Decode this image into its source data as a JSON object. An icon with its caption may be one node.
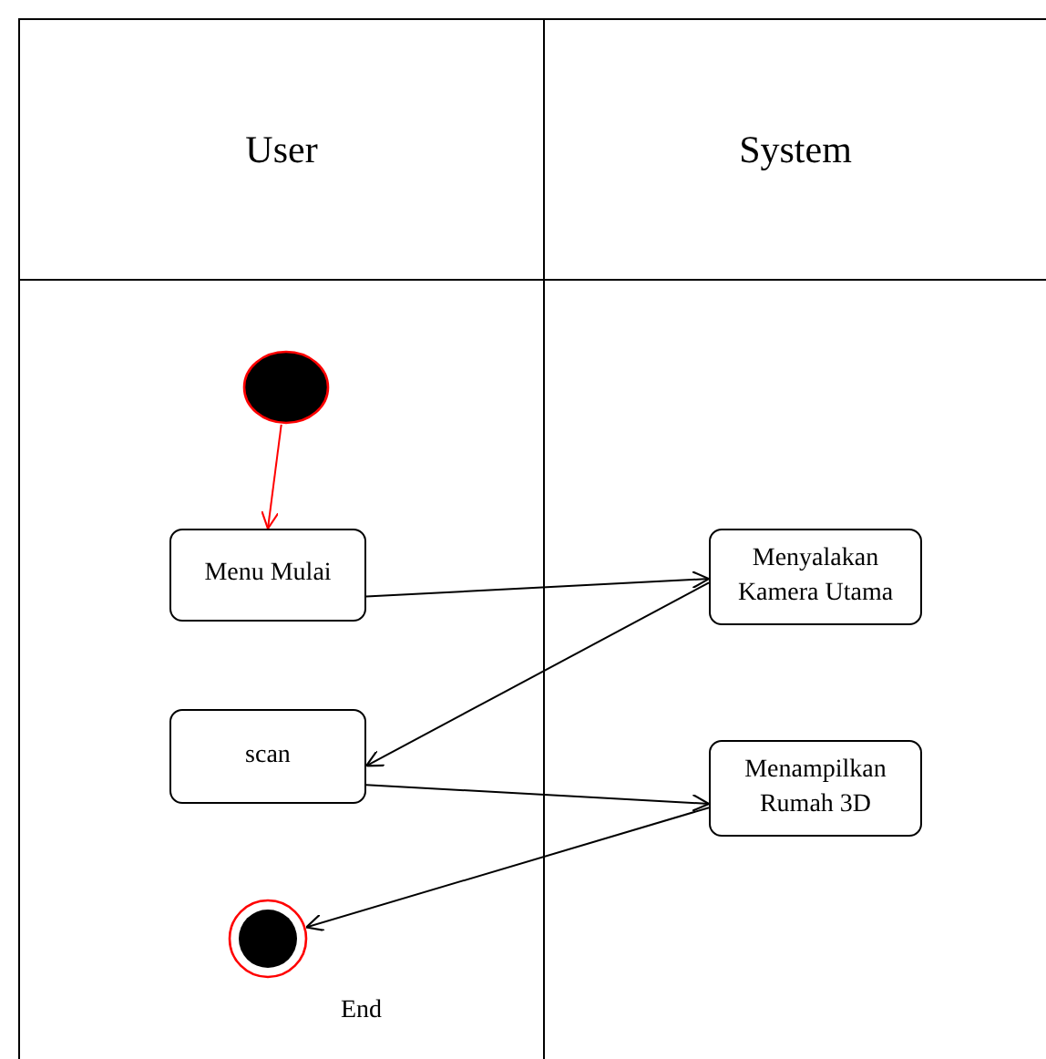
{
  "diagram": {
    "nodes": [
      {
        "text": [
          "User"
        ]
      },
      {
        "text": [
          "System"
        ]
      },
      {
        "text": [],
        "shape": "circle",
        "in": 0
      },
      {
        "text": [
          "Menu Mulai"
        ],
        "in": 0
      },
      {
        "text": [
          "Menyalakan Kamera Utama"
        ],
        "in": 1
      },
      {
        "text": [
          "scan"
        ],
        "in": 0
      },
      {
        "text": [
          "Menampilkan Rumah 3D"
        ],
        "in": 1
      },
      {
        "text": [],
        "shape": "circle",
        "in": 0,
        "beside": [
          "End"
        ]
      }
    ],
    "edges": [
      {
        "from": 2,
        "to": 3,
        "arrow": "to",
        "color": "#ff0000"
      },
      {
        "from": 3,
        "to": 4,
        "arrow": "to"
      },
      {
        "from": 4,
        "to": 5,
        "arrow": "to"
      },
      {
        "from": 5,
        "to": 6,
        "arrow": "to"
      },
      {
        "from": 6,
        "to": 7,
        "arrow": "to"
      }
    ]
  }
}
